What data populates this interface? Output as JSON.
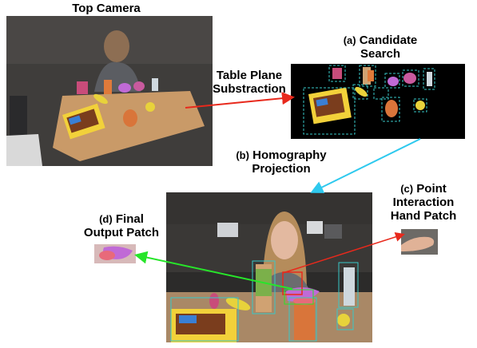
{
  "labels": {
    "top_camera": "Top Camera",
    "subtraction_line1": "Table Plane",
    "subtraction_line2": "Substraction",
    "candidate_tag": "(a)",
    "candidate_line1": "Candidate",
    "candidate_line2": "Search",
    "homography_tag": "(b)",
    "homography_line1": "Homography",
    "homography_line2": "Projection",
    "point_tag": "(c)",
    "point_line1": "Point",
    "point_line2": "Interaction",
    "point_line3": "Hand Patch",
    "final_tag": "(d)",
    "final_line1": "Final",
    "final_line2": "Output Patch"
  },
  "colors": {
    "arrow_subtraction": "#e8291c",
    "arrow_homography": "#2ec9ee",
    "arrow_final": "#27e52a",
    "arrow_hand": "#e8291c",
    "box_candidate": "#38c8c8",
    "box_hand": "#e8291c"
  }
}
